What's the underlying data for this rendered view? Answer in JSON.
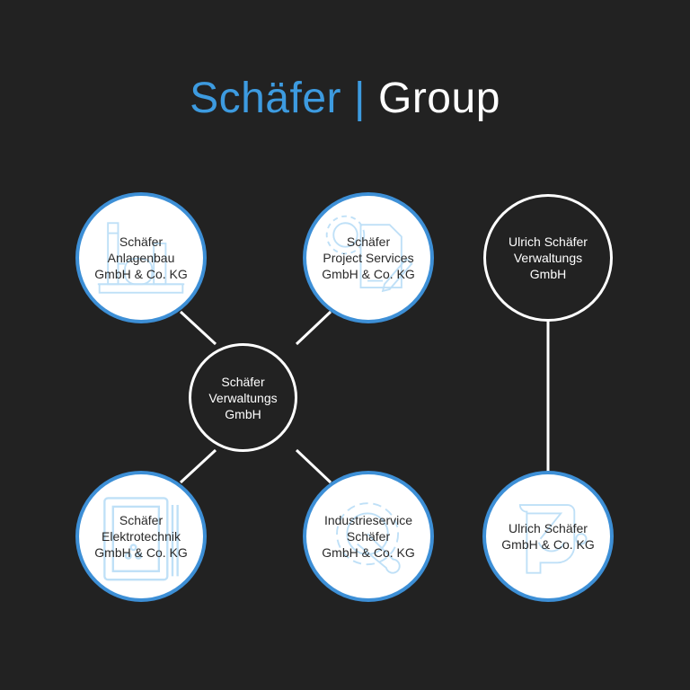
{
  "title": {
    "brand": "Schäfer",
    "separator": "|",
    "suffix": "Group"
  },
  "colors": {
    "background": "#222222",
    "accent": "#3d9be0",
    "subsidiary_border": "#3d8fd6",
    "holding_border": "#ffffff",
    "icon_tint": "#bfe0f7"
  },
  "nodes": {
    "schaefer_verwaltungs": {
      "label": "Schäfer\nVerwaltungs\nGmbH",
      "type": "holding"
    },
    "anlagenbau": {
      "label": "Schäfer\nAnlagenbau\nGmbH & Co. KG",
      "type": "subsidiary",
      "icon": "industrial-plant-icon"
    },
    "project_services": {
      "label": "Schäfer\nProject Services\nGmbH & Co. KG",
      "type": "subsidiary",
      "icon": "gear-document-pencil-icon"
    },
    "elektrotechnik": {
      "label": "Schäfer\nElektrotechnik\nGmbH & Co. KG",
      "type": "subsidiary",
      "icon": "electrical-cabinet-icon"
    },
    "industrieservice": {
      "label": "Industrieservice\nSchäfer\nGmbH & Co. KG",
      "type": "subsidiary",
      "icon": "gear-wrench-icon"
    },
    "ulrich_verwaltungs": {
      "label": "Ulrich Schäfer\nVerwaltungs\nGmbH",
      "type": "holding"
    },
    "ulrich_kg": {
      "label": "Ulrich Schäfer\nGmbH & Co. KG",
      "type": "subsidiary",
      "icon": "logo-mark-icon"
    }
  },
  "connections": [
    [
      "schaefer_verwaltungs",
      "anlagenbau"
    ],
    [
      "schaefer_verwaltungs",
      "project_services"
    ],
    [
      "schaefer_verwaltungs",
      "elektrotechnik"
    ],
    [
      "schaefer_verwaltungs",
      "industrieservice"
    ],
    [
      "ulrich_verwaltungs",
      "ulrich_kg"
    ]
  ]
}
